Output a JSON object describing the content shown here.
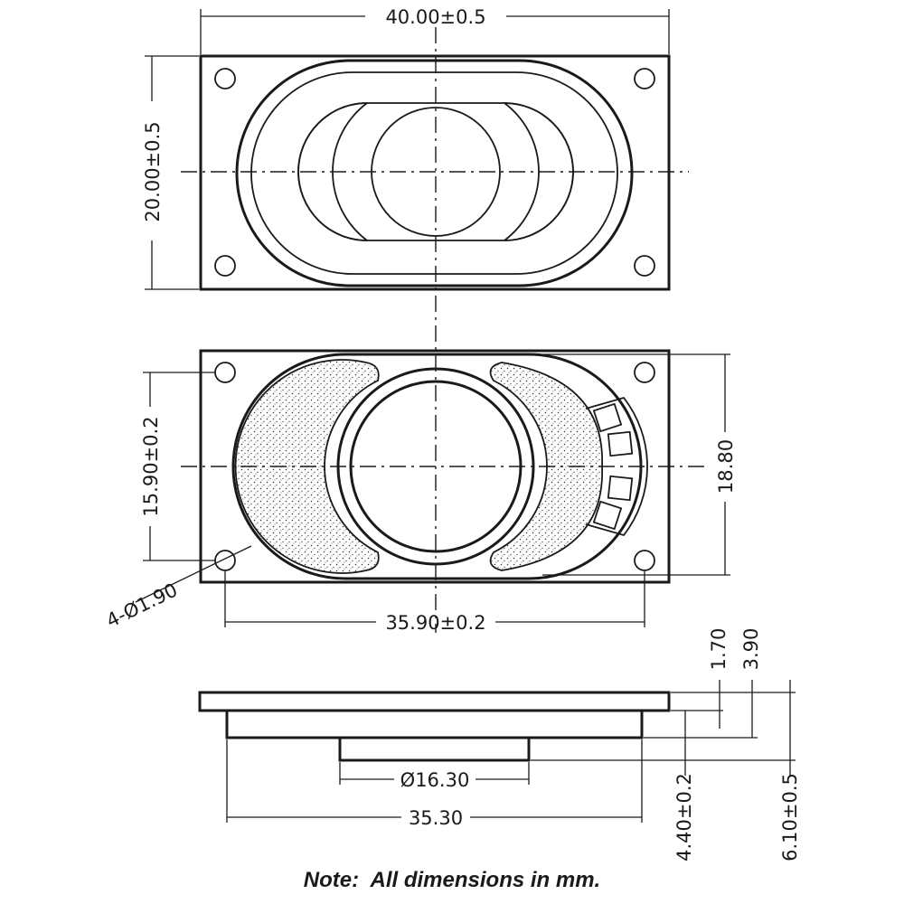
{
  "dimensions": {
    "overall_width": "40.00±0.5",
    "overall_height": "20.00±0.5",
    "hole_spacing_y": "15.90±0.2",
    "inner_height": "18.80",
    "hole_spacing_x": "35.90±0.2",
    "holes": "4-Ø1.90",
    "flange_thickness": "1.70",
    "mid_step": "3.90",
    "magnet_diameter": "Ø16.30",
    "basket_width": "35.30",
    "basket_depth": "4.40±0.2",
    "total_depth": "6.10±0.5"
  },
  "note": "Note:  All dimensions in mm."
}
